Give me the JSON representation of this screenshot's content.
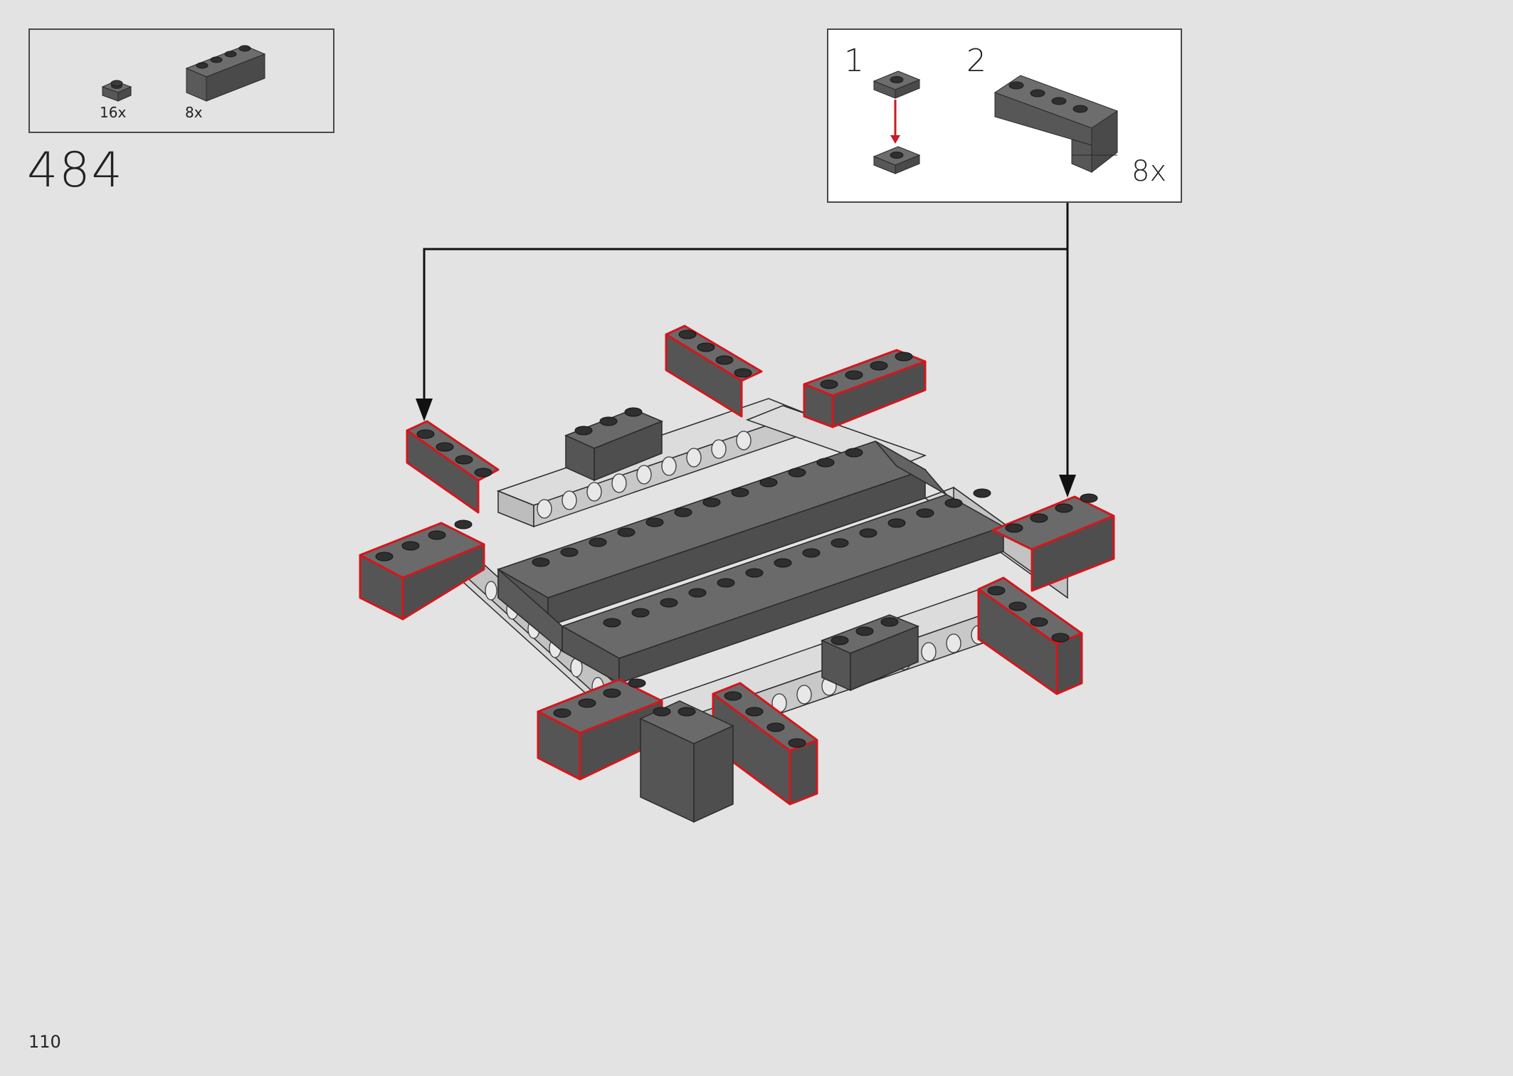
{
  "parts_list": [
    {
      "name": "plate-1x1",
      "quantity": "16x"
    },
    {
      "name": "brick-1x4",
      "quantity": "8x"
    }
  ],
  "step": "484",
  "callout": {
    "sub_steps": [
      "1",
      "2"
    ],
    "quantity": "8x"
  },
  "page_number": "110",
  "colors": {
    "background": "#e3e3e3",
    "dark_brick": "#5b5b5b",
    "stud": "#2f2f2f",
    "light_beam": "#c8c8c8",
    "highlight": "#d4161c"
  }
}
